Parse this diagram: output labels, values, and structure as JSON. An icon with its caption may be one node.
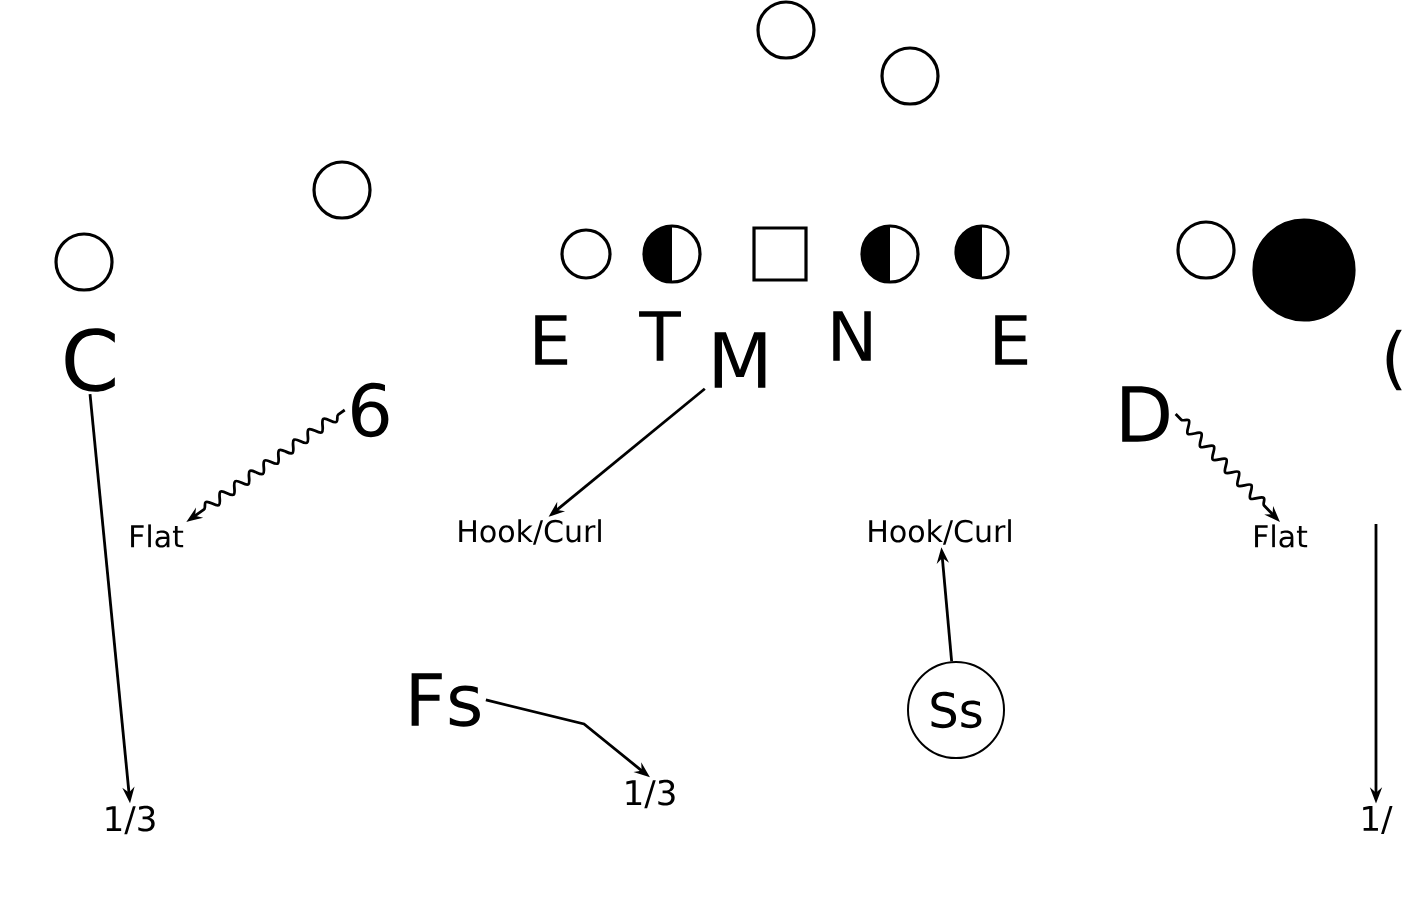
{
  "diagram": {
    "nodes": [
      {
        "text": [],
        "shape": "circle"
      },
      {
        "text": [],
        "shape": "circle"
      },
      {
        "text": [],
        "shape": "circle"
      },
      {
        "text": [],
        "shape": "circle"
      },
      {
        "text": [],
        "shape": "circle"
      },
      {
        "text": [],
        "shape": "circle"
      },
      {
        "text": [],
        "shape": "box"
      },
      {
        "text": [],
        "shape": "circle"
      },
      {
        "text": [],
        "shape": "circle"
      },
      {
        "text": [],
        "shape": "circle"
      },
      {
        "text": [],
        "shape": "circle"
      },
      {
        "text": [
          "C"
        ]
      },
      {
        "text": [
          "6"
        ]
      },
      {
        "text": [
          "E"
        ]
      },
      {
        "text": [
          "T"
        ]
      },
      {
        "text": [
          "M"
        ]
      },
      {
        "text": [
          "N"
        ]
      },
      {
        "text": [
          "E"
        ]
      },
      {
        "text": [
          "D"
        ]
      },
      {
        "text": [
          "("
        ]
      },
      {
        "text": [
          "Flat"
        ]
      },
      {
        "text": [
          "Hook/Curl"
        ]
      },
      {
        "text": [
          "Hook/Curl"
        ]
      },
      {
        "text": [
          "Flat"
        ]
      },
      {
        "text": [
          "Fs"
        ]
      },
      {
        "text": [
          "Ss"
        ]
      },
      {
        "text": [
          "1/3"
        ]
      },
      {
        "text": [
          "1/3"
        ]
      },
      {
        "text": [
          "1/"
        ]
      }
    ],
    "edges": [
      {
        "from": 11,
        "to": 26,
        "arrow": "to"
      },
      {
        "from": 12,
        "to": 20,
        "arrow": "to"
      },
      {
        "from": 15,
        "to": 21,
        "arrow": "to"
      },
      {
        "from": 25,
        "to": 22,
        "arrow": "to"
      },
      {
        "from": 18,
        "to": 23,
        "arrow": "to"
      },
      {
        "from": 24,
        "to": 27,
        "arrow": "to"
      },
      {
        "from": null,
        "to": 28,
        "arrow": "to"
      }
    ]
  }
}
